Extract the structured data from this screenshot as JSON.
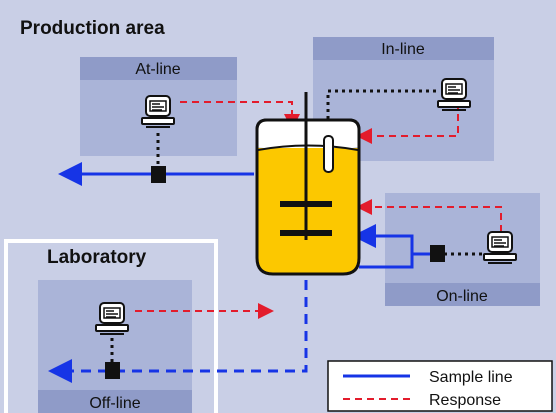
{
  "diagram": {
    "production_title": "Production area",
    "laboratory_title": "Laboratory",
    "boxes": {
      "at_line": "At-line",
      "in_line": "In-line",
      "on_line": "On-line",
      "off_line": "Off-line"
    }
  },
  "legend": {
    "sample_line": "Sample line",
    "response": "Response"
  },
  "colors": {
    "production_bg": "#c9cfe6",
    "box_bg": "#aab4d8",
    "box_header": "#8f9bc8",
    "sample_line": "#1634e6",
    "response": "#e31c2c",
    "reactor_fill": "#fcc800",
    "dotted": "#111111"
  },
  "icons": [
    "computer-icon",
    "sampler-icon",
    "reactor-vessel-icon",
    "stirrer-icon",
    "probe-icon"
  ]
}
